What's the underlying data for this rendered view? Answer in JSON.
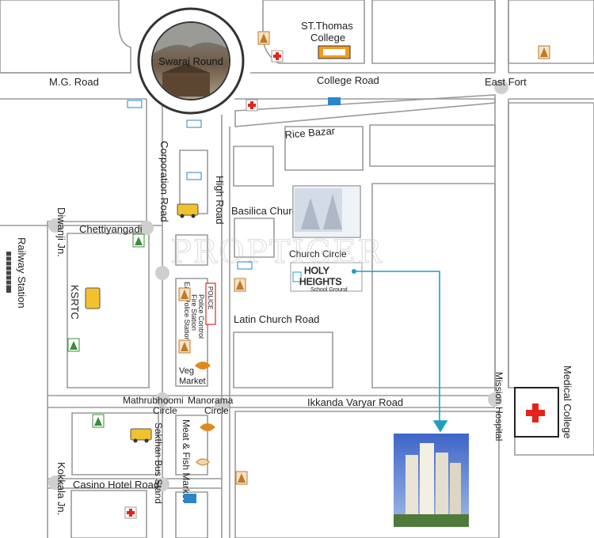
{
  "roundabout": {
    "label": "Swaraj Round"
  },
  "roads": {
    "mg_road": "M.G. Road",
    "college_road": "College Road",
    "east_fort": "East Fort",
    "rice_bazar": "Rice Bazar",
    "corporation_road": "Corporation Road",
    "high_road": "High Road",
    "basilica_church_road": "Basilica Church Road",
    "church_circle": "Church Circle",
    "latin_church_road": "Latin Church Road",
    "chettiyangadi": "Chettiyangadi",
    "diwanji_jn": "Diwanji Jn.",
    "railway_station": "Railway Station",
    "ksrtc": "KSRTC",
    "ikkanda_varyar_road": "Ikkanda Varyar Road",
    "mission_hospital": "Mission Hospital",
    "medical_college": "Medical College",
    "mathrubhoomi_circle_line1": "Mathrubhoomi",
    "mathrubhoomi_circle_line2": "Circle",
    "manorama_circle_line1": "Manorama",
    "manorama_circle_line2": "Circle",
    "sakthan_bus_stand": "Sakthan Bus Stand",
    "meat_fish_market": "Meat & Fish Market",
    "casino_hotel_road": "Casino Hotel Road",
    "kokkala_jn": "Kokkala Jn.",
    "veg_market_line1": "Veg",
    "veg_market_line2": "Market"
  },
  "places": {
    "st_thomas_college_line1": "ST.Thomas",
    "st_thomas_college_line2": "College",
    "police_badge": "POLICE",
    "police_stack": [
      "Police Control",
      "Fire Station",
      "East Police Station"
    ],
    "holy_heights_line1": "HOLY",
    "holy_heights_line2": "HEIGHTS",
    "school_ground": "School Ground"
  },
  "watermark": "PROPTIGER",
  "colors": {
    "road": "#999999",
    "route": "#1f9fc0",
    "hospital_cross": "#e5231b",
    "temple": "#c07a2a",
    "church": "#3a8f3a",
    "bank": "#2a86c8"
  },
  "icons": [
    "roundabout-photo",
    "temple-icon",
    "church-icon",
    "hospital-cross-icon",
    "bank-icon",
    "bus-icon",
    "police-icon",
    "market-icon",
    "building-photo"
  ]
}
